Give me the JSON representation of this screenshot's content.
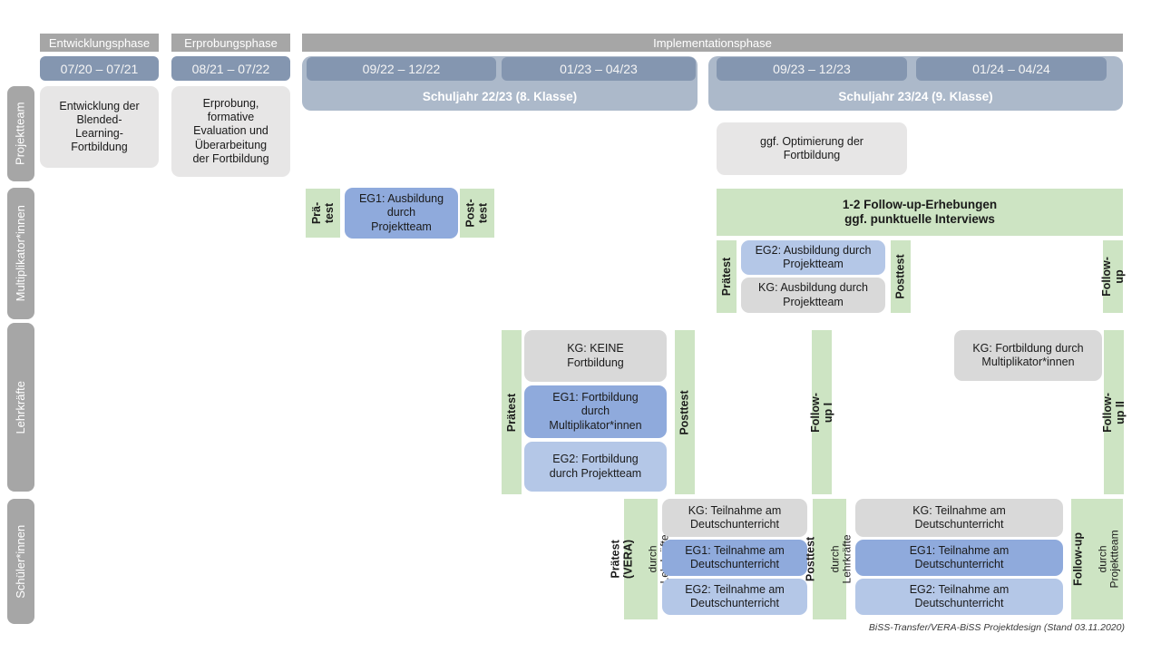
{
  "caption": "BiSS-Transfer/VERA-BiSS Projektdesign (Stand 03.11.2020)",
  "colors": {
    "phase_header_bar": "#a6a6a6",
    "row_label_bar": "#a6a6a6",
    "date_bar": "#8496b0",
    "school_year_band": "#acb9ca",
    "neutral_box": "#e7e6e6",
    "kg_box": "#d9d9d9",
    "eg1_box": "#8faadc",
    "eg2_box": "#b4c7e7",
    "test_green_box": "#cde4c3",
    "text_dark": "#1a1a1a",
    "text_white": "#ffffff"
  },
  "phases": {
    "entwicklung": "Entwicklungsphase",
    "erprobung": "Erprobungsphase",
    "implementation": "Implementationsphase"
  },
  "dates": {
    "d1": "07/20 – 07/21",
    "d2": "08/21 – 07/22",
    "d3": "09/22 – 12/22",
    "d4": "01/23 – 04/23",
    "d5": "09/23 – 12/23",
    "d6": "01/24 – 04/24"
  },
  "school_years": {
    "y1": "Schuljahr 22/23 (8. Klasse)",
    "y2": "Schuljahr 23/24 (9. Klasse)"
  },
  "rows": {
    "projektteam": "Projektteam",
    "multiplikatoren": "Multiplikator*innen",
    "lehrkraefte": "Lehrkräfte",
    "schueler": "Schüler*innen"
  },
  "projektteam": {
    "entwicklung_box": "Entwicklung der\nBlended-\nLearning-\nFortbildung",
    "erprobung_box": "Erprobung,\nformative\nEvaluation und\nÜberarbeitung\nder Fortbildung",
    "optimierung_box": "ggf. Optimierung der\nFortbildung"
  },
  "multiplikatoren": {
    "praetest_kurz": "Prä-\ntest",
    "eg1": "EG1: Ausbildung\ndurch\nProjektteam",
    "posttest_kurz": "Post-\ntest",
    "followup_box": "1-2 Follow-up-Erhebungen\nggf. punktuelle Interviews",
    "praetest": "Prätest",
    "eg2": "EG2: Ausbildung durch\nProjektteam",
    "kg": "KG: Ausbildung durch\nProjektteam",
    "posttest": "Posttest",
    "followup": "Follow-up"
  },
  "lehrkraefte": {
    "praetest": "Prätest",
    "kg": "KG: KEINE\nFortbildung",
    "eg1": "EG1: Fortbildung\ndurch\nMultiplikator*innen",
    "eg2": "EG2: Fortbildung\ndurch Projektteam",
    "posttest": "Posttest",
    "followup1": "Follow-up I",
    "kg_mult": "KG: Fortbildung durch\nMultiplikator*innen",
    "followup2": "Follow-up II"
  },
  "schueler": {
    "praetest_main": "Prätest (VERA)",
    "praetest_sub": "durch  Lehrkräfte",
    "kg_links": "KG: Teilnahme am\nDeutschunterricht",
    "eg1_links": "EG1: Teilnahme am\nDeutschunterricht",
    "eg2_links": "EG2: Teilnahme am\nDeutschunterricht",
    "posttest_main": "Posttest",
    "posttest_sub": "durch  Lehrkräfte",
    "kg_rechts": "KG: Teilnahme am\nDeutschunterricht",
    "eg1_rechts": "EG1: Teilnahme am\nDeutschunterricht",
    "eg2_rechts": "EG2: Teilnahme am\nDeutschunterricht",
    "followup_main": "Follow-up",
    "followup_sub": "durch\nProjektteam"
  }
}
